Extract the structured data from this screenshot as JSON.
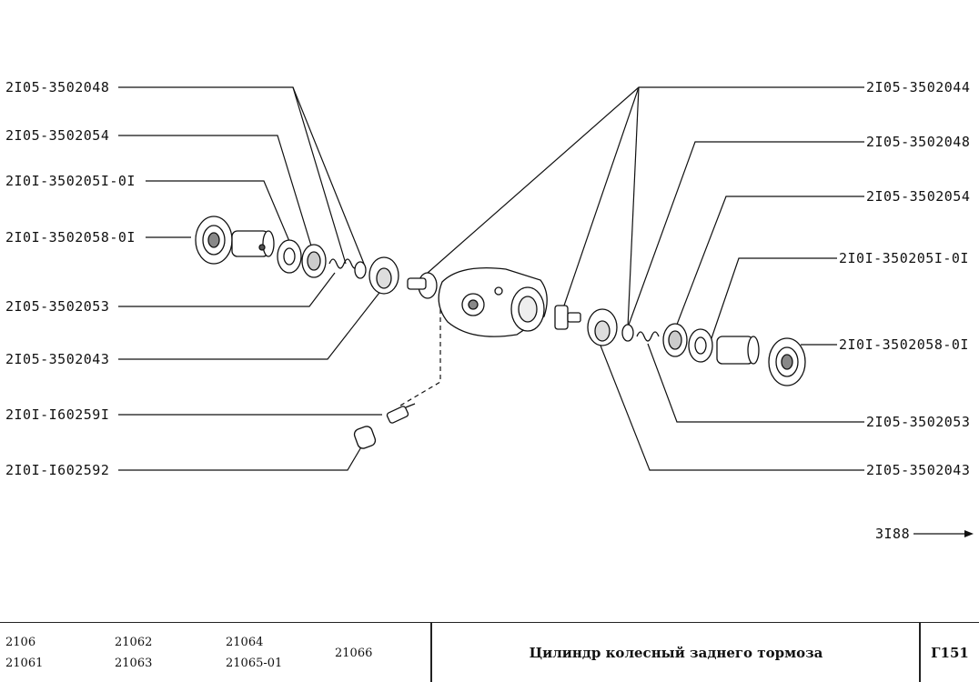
{
  "labels_left": [
    {
      "id": "l1",
      "text": "2I05-3502048"
    },
    {
      "id": "l2",
      "text": "2I05-3502054"
    },
    {
      "id": "l3",
      "text": "2I0I-350205I-0I"
    },
    {
      "id": "l4",
      "text": "2I0I-3502058-0I"
    },
    {
      "id": "l5",
      "text": "2I05-3502053"
    },
    {
      "id": "l6",
      "text": "2I05-3502043"
    },
    {
      "id": "l7",
      "text": "2I0I-I60259I"
    },
    {
      "id": "l8",
      "text": "2I0I-I602592"
    }
  ],
  "labels_right": [
    {
      "id": "r1",
      "text": "2I05-3502044"
    },
    {
      "id": "r2",
      "text": "2I05-3502048"
    },
    {
      "id": "r3",
      "text": "2I05-3502054"
    },
    {
      "id": "r4",
      "text": "2I0I-350205I-0I"
    },
    {
      "id": "r5",
      "text": "2I0I-3502058-0I"
    },
    {
      "id": "r6",
      "text": "2I05-3502053"
    },
    {
      "id": "r7",
      "text": "2I05-3502043"
    }
  ],
  "page_ref": "3I88",
  "footer": {
    "models": [
      "2106",
      "21061",
      "21062",
      "21063",
      "21064",
      "21065-01",
      "21066"
    ],
    "title": "Цилиндр колесный заднего тормоза",
    "page": "Г151"
  }
}
